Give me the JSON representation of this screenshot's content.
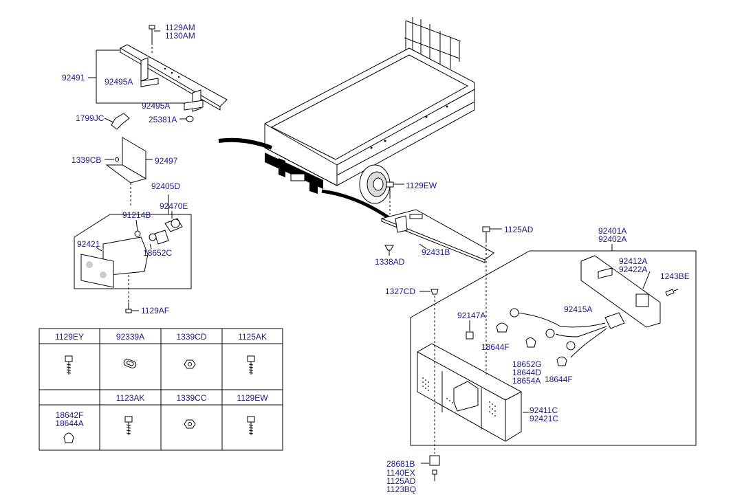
{
  "labels": {
    "p1129AM": "1129AM",
    "p1130AM": "1130AM",
    "p92491": "92491",
    "p92495A_1": "92495A",
    "p92495A_2": "92495A",
    "p1799JC": "1799JC",
    "p25381A": "25381A",
    "p1339CB": "1339CB",
    "p92497": "92497",
    "p92405D": "92405D",
    "p92470E": "92470E",
    "p91214B": "91214B",
    "p92421": "92421",
    "p18652C": "18652C",
    "p1129AF": "1129AF",
    "p1129EW": "1129EW",
    "p1125AD": "1125AD",
    "p1338AD": "1338AD",
    "p92431B": "92431B",
    "p92401A": "92401A",
    "p92402A": "92402A",
    "p92412A": "92412A",
    "p92422A": "92422A",
    "p1243BE": "1243BE",
    "p1327CD": "1327CD",
    "p92415A": "92415A",
    "p92147A": "92147A",
    "p18644F_1": "18644F",
    "p18652G": "18652G",
    "p18644D": "18644D",
    "p18654A": "18654A",
    "p18644F_2": "18644F",
    "p92411C": "92411C",
    "p92421C": "92421C",
    "p28681B": "28681B",
    "p1140EX": "1140EX",
    "p1125AD_b": "1125AD",
    "p1123BQ": "1123BQ"
  },
  "parts_table": {
    "row1_headers": [
      "1129EY",
      "92339A",
      "1339CD",
      "1125AK"
    ],
    "row2_headers": [
      "",
      "1123AK",
      "1339CC",
      "1129EW"
    ],
    "bulb_labels": [
      "18642F",
      "18644A"
    ]
  },
  "colors": {
    "label_text": "#1a1a8c",
    "line": "#000000"
  }
}
